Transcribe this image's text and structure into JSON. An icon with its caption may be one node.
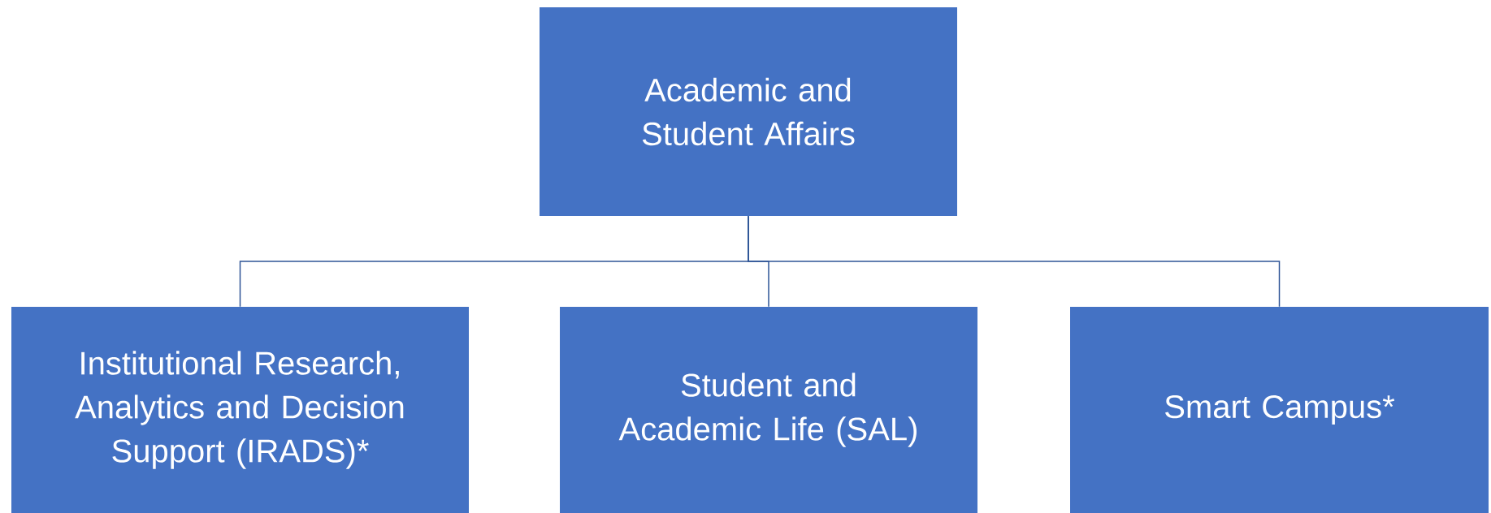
{
  "diagram": {
    "nodes": [
      {
        "text": [
          "Academic and Student Affairs"
        ]
      },
      {
        "text": [
          "Institutional Research, Analytics and Decision Support (IRADS)*"
        ]
      },
      {
        "text": [
          "Student and Academic Life (SAL)"
        ]
      },
      {
        "text": [
          "Smart Campus*"
        ]
      }
    ],
    "edges": [
      {
        "from": 0,
        "to": 1,
        "arrow": "none"
      },
      {
        "from": 0,
        "to": 2,
        "arrow": "none"
      },
      {
        "from": 0,
        "to": 3,
        "arrow": "none"
      }
    ]
  }
}
